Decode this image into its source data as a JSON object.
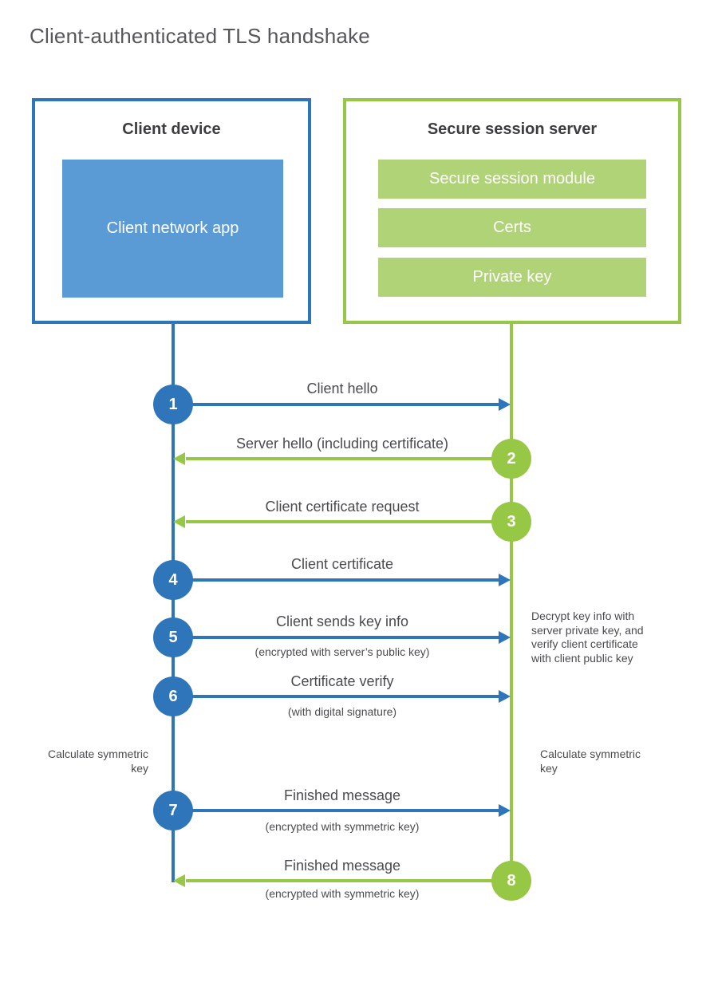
{
  "title": "Client-authenticated TLS handshake",
  "client_box": {
    "title": "Client device",
    "app_label": "Client network app"
  },
  "server_box": {
    "title": "Secure session server",
    "modules": [
      "Secure session module",
      "Certs",
      "Private key"
    ]
  },
  "messages": [
    {
      "num": "1",
      "label": "Client hello",
      "from": "client",
      "direction": "client-to-server"
    },
    {
      "num": "2",
      "label": "Server hello (including certificate)",
      "from": "server",
      "direction": "server-to-client"
    },
    {
      "num": "3",
      "label": "Client certificate request",
      "from": "server",
      "direction": "server-to-client"
    },
    {
      "num": "4",
      "label": "Client certificate",
      "from": "client",
      "direction": "client-to-server"
    },
    {
      "num": "5",
      "label": "Client sends key info",
      "sub": "(encrypted with server’s public key)",
      "from": "client",
      "direction": "client-to-server"
    },
    {
      "num": "6",
      "label": "Certificate verify",
      "sub": "(with digital signature)",
      "from": "client",
      "direction": "client-to-server"
    },
    {
      "num": "7",
      "label": "Finished message",
      "sub": "(encrypted with symmetric key)",
      "from": "client",
      "direction": "client-to-server"
    },
    {
      "num": "8",
      "label": "Finished message",
      "sub": "(encrypted with symmetric key)",
      "from": "server",
      "direction": "server-to-client"
    }
  ],
  "annotations": {
    "decrypt_note": "Decrypt key info with server private key, and verify client certificate with client public key",
    "calc_left": "Calculate symmetric key",
    "calc_right": "Calculate symmetric key"
  },
  "colors": {
    "blue": "#2e76b9",
    "blue_fill": "#5b9bd5",
    "green": "#97c845",
    "green_fill": "#b1d377"
  }
}
